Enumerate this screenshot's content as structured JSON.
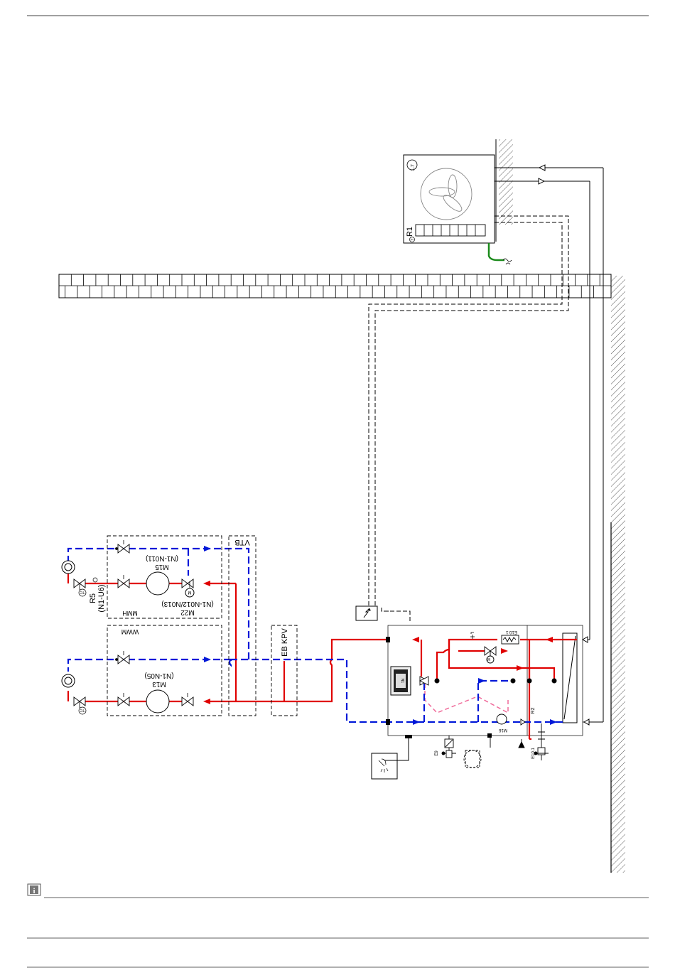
{
  "colors": {
    "flow": "#e00000",
    "return": "#0018d8",
    "refrigerant_green": "#1a8a1a",
    "pink_dashed": "#f06a9a",
    "line": "#000000",
    "rule": "#808080"
  },
  "outdoor_unit": {
    "badge": "1.7",
    "sensor": "R1",
    "sensor_symbol": "T"
  },
  "labels": {
    "vtb": "VTB",
    "mmh": "MMH",
    "wwm": "WWM",
    "eb_kpv": "EB KPV",
    "m15": "M15",
    "m15_ref": "(N1-N011)",
    "m13": "M13",
    "m13_ref": "(N1-N05)",
    "m22": "M22",
    "m22_ref": "(N1-N012/N013)",
    "r5": "R5",
    "r5_ref": "(N1-U6)",
    "tc": "TC",
    "motor": "M",
    "e10_1": "E10.1",
    "e10_1b": "E10.1",
    "e9": "E9",
    "r2": "R2",
    "m16": "M16",
    "n1": "N1"
  },
  "icons": [
    "info-icon",
    "fan-icon",
    "electric-supply-icon",
    "shower-icon",
    "pump-icon",
    "valve-icon",
    "heating-circuit-icon"
  ]
}
